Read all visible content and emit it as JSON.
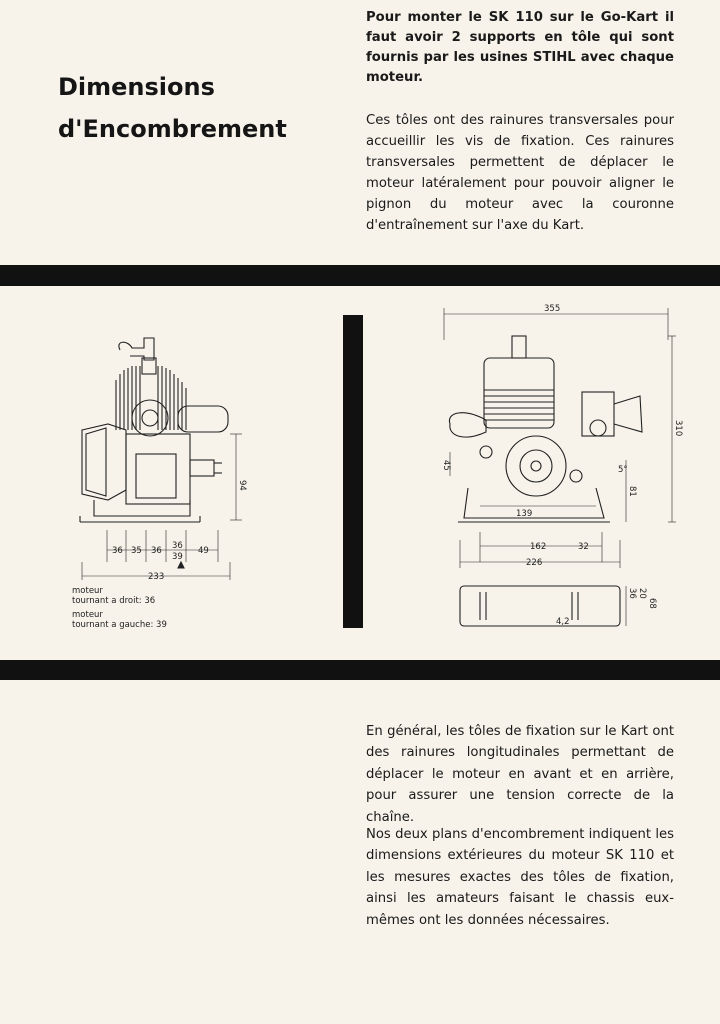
{
  "document": {
    "title_line1": "Dimensions",
    "title_line2": "d'Encombrement",
    "intro_bold": "Pour monter le SK 110 sur le Go-Kart il faut avoir 2 supports en tôle qui sont fournis par les usines STIHL avec chaque moteur.",
    "intro": "Ces tôles ont des rainures transversales pour accueillir les vis de fixation. Ces rainures transversales permettent de déplacer le moteur latéralement pour pouvoir aligner le pignon du moteur avec la couronne d'entraînement sur l'axe du Kart.",
    "outro_p1": "En général, les tôles de fixation sur le Kart ont des rainures longitudinales permettant de déplacer le moteur en avant et en arrière, pour assurer une tension correcte de la chaîne.",
    "outro_p2": "Nos deux plans d'encombrement indiquent les dimensions extérieures du moteur SK 110 et les mesures exactes des tôles de fixation, ainsi les amateurs faisant le chassis eux-mêmes ont les données nécessaires."
  },
  "left_drawing": {
    "dims": {
      "d1": "36",
      "d2": "35",
      "d3": "36",
      "d4": "36",
      "d5": "39",
      "d6": "49",
      "width": "233",
      "height": "94"
    },
    "note_right_label": "moteur",
    "note_right_text": "tournant a droit: 36",
    "note_left_label": "moteur",
    "note_left_text": "tournant a gauche: 39"
  },
  "right_drawing": {
    "dims": {
      "top_width": "355",
      "height": "310",
      "side_left": "45",
      "angle": "5°",
      "center": "139",
      "base_height": "81",
      "hole_spacing": "162",
      "edge": "32",
      "base_width": "226",
      "plate_a": "36",
      "plate_b": "20",
      "plate_height": "68",
      "slot_width": "4,2"
    }
  }
}
